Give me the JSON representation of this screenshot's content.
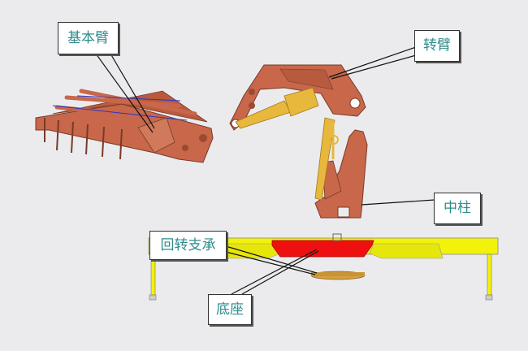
{
  "labels": {
    "base_arm": "基本臂",
    "turning_arm": "转臂",
    "column": "中柱",
    "slewing_bearing": "回转支承",
    "base": "底座"
  },
  "colors": {
    "arm": "#c8674a",
    "cylinder": "#e8b83c",
    "beam": "#f2f20a",
    "base_center": "#ee1010",
    "label_text": "#2f8c8c"
  }
}
